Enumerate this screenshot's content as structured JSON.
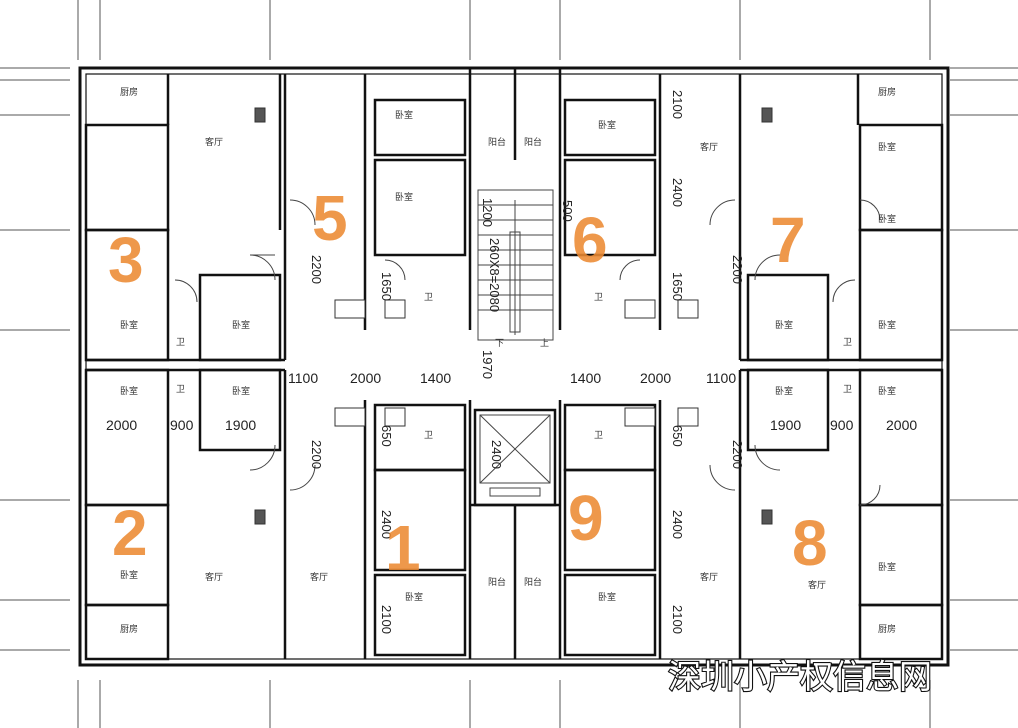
{
  "room_labels": {
    "kitchen": "厨房",
    "living": "客厅",
    "bedroom": "卧室",
    "bath": "卫",
    "balcony": "阳台"
  },
  "dimensions": {
    "d1100": "1100",
    "d2000": "2000",
    "d1400": "1400",
    "d900": "900",
    "d1900": "1900",
    "d2200": "2200",
    "d2100": "2100",
    "d2400": "2400",
    "d1200": "1200",
    "d1650": "1650",
    "d650": "650",
    "d500": "500",
    "d1970": "1970",
    "stair_run": "260X8=2080",
    "elevator": "2400"
  },
  "stair_marks": {
    "down": "下",
    "up": "上"
  },
  "unit_numbers": [
    "3",
    "5",
    "6",
    "7",
    "2",
    "1",
    "9",
    "8"
  ],
  "watermark": "深圳小产权信息网",
  "colors": {
    "wall": "#111111",
    "thin_line": "#444444",
    "annotation": "#ec8a33",
    "background": "#ffffff"
  }
}
